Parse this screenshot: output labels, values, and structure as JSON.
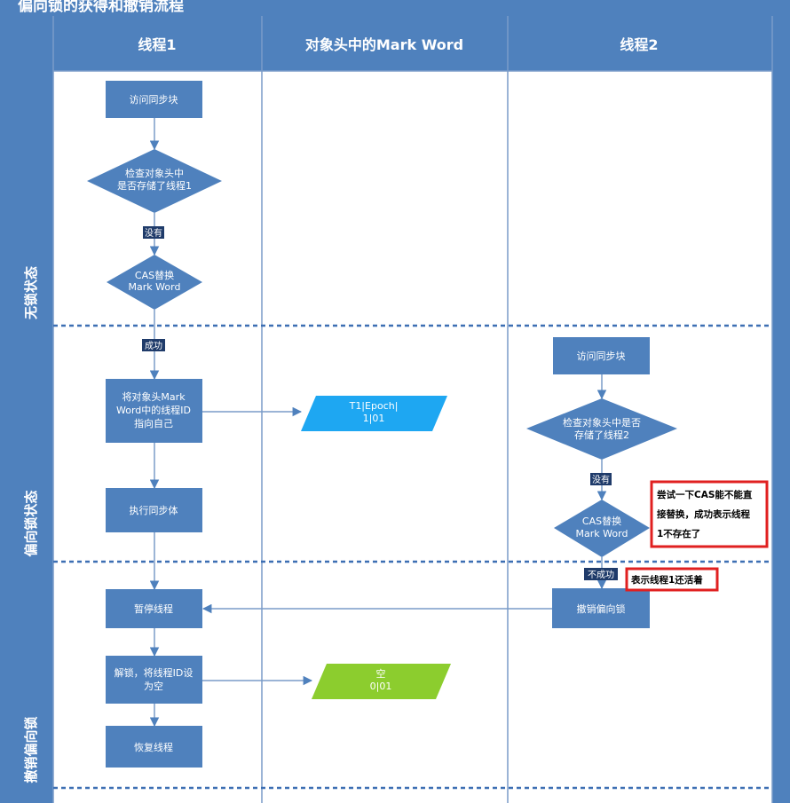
{
  "title": "偏向锁的获得和撤销流程",
  "columns": [
    "线程1",
    "对象头中的Mark Word",
    "线程2"
  ],
  "lanes": [
    "无锁状态",
    "偏向锁状态",
    "撤销偏向锁"
  ],
  "nodes": {
    "t1_visit": "访问同步块",
    "t1_check": [
      "检查对象头中",
      "是否存储了线程1"
    ],
    "t1_cas": [
      "CAS替换",
      "Mark Word"
    ],
    "t1_set": [
      "将对象头Mark",
      "Word中的线程ID",
      "指向自己"
    ],
    "t1_exec": "执行同步体",
    "t1_pause": "暂停线程",
    "t1_unlock": [
      "解锁，将线程ID设",
      "为空"
    ],
    "t1_resume": "恢复线程",
    "mw_biased": [
      "T1|Epoch|",
      "1|01"
    ],
    "mw_empty": [
      "空",
      "0|01"
    ],
    "t2_visit": "访问同步块",
    "t2_check": [
      "检查对象头中是否",
      "存储了线程2"
    ],
    "t2_cas": [
      "CAS替换",
      "Mark Word"
    ],
    "t2_revoke": "撤销偏向锁"
  },
  "edge_labels": {
    "t1_no": "没有",
    "t1_success": "成功",
    "t2_no": "没有",
    "t2_fail": "不成功"
  },
  "annotations": {
    "cas_note": [
      "尝试一下CAS能不能直",
      "接替换，成功表示线程",
      "1不存在了"
    ],
    "alive_note": "表示线程1还活着"
  },
  "colors": {
    "header": "#4f81bd",
    "box": "#4f81bd",
    "lines": "#7a9cc9",
    "mark_word_biased": "#1ea7f2",
    "mark_word_empty": "#8ccd2e",
    "annotation_border": "#e02020",
    "dashed_separator": "#3d6fb3"
  }
}
